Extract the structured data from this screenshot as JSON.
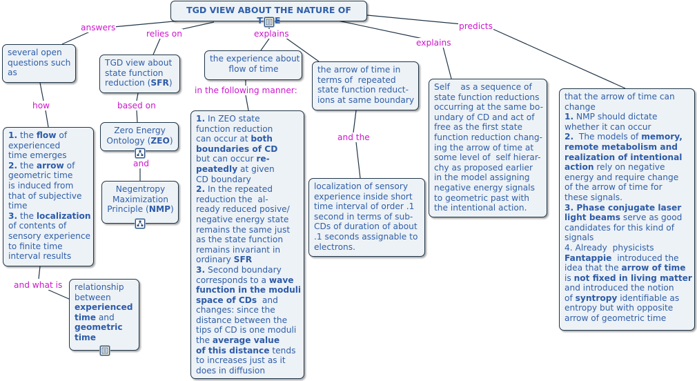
{
  "title": "TGD VIEW ABOUT THE NATURE OF TIME",
  "links": {
    "answers": "answers",
    "relies_on": "relies on",
    "explains_1": "explains",
    "explains_2": "explains",
    "predicts": "predicts",
    "how": "how",
    "based_on": "based on",
    "and": "and",
    "in_following_manner": "in the following manner:",
    "and_the": "and the",
    "and_what_is": "and what is"
  },
  "nodes": {
    "questions": {
      "l1": "several open",
      "l2": "questions such",
      "l3": "as"
    },
    "sfr": {
      "l1": "TGD view about",
      "l2": "state function",
      "l3a": "reduction (",
      "l3b": "SFR",
      "l3c": ")"
    },
    "zeo": {
      "l1": "Zero Energy",
      "l2a": "Ontology (",
      "l2b": "ZEO",
      "l2c": ")"
    },
    "nmp": {
      "l1": "Negentropy",
      "l2": "Maximization",
      "l3a": "Principle (",
      "l3b": "NMP",
      "l3c": ")"
    },
    "experience": {
      "l1": "the experience about",
      "l2": "flow of time"
    },
    "arrow": {
      "l1": "the arrow of time in",
      "l2": "terms of  repeated",
      "l3": "state function reduct-",
      "l4": "ions at same boundary"
    },
    "self": {
      "l1": "Self    as a sequence of",
      "l2": "state function reductions",
      "l3": "occurring at the same bo-",
      "l4": "undary of CD and act of",
      "l5": "free as the first state",
      "l6": "function reduction chang-",
      "l7": "ing the arrow of time at",
      "l8": "some level of  self hierar-",
      "l9": "chy as proposed earlier",
      "l10": "in the model assigning",
      "l11": "negative energy signals",
      "l12": "to geometric past with",
      "l13": "the intentional action."
    },
    "how_list": {
      "p1a": "1.",
      "p1b": " the ",
      "p1c": "flow",
      "p1d": " of",
      "l2": "experienced",
      "l3": "time emerges",
      "p2a": "2.",
      "p2b": " the ",
      "p2c": "arrow",
      "p2d": " of",
      "l5": "geometric time",
      "l6": "is induced from",
      "l7": "that of subjective",
      "l8": "time",
      "p3a": "3.",
      "p3b": " the ",
      "p3c": "localization",
      "l10": "of contents of",
      "l11": "sensory experience",
      "l12": "to finite time",
      "l13": "interval results"
    },
    "relationship": {
      "l1": "relationship",
      "l2": "between",
      "l3": "experienced",
      "l4a": "time",
      "l4b": " and",
      "l5": "geometric",
      "l6": "time"
    },
    "zeo_list": {
      "l1a": "1.",
      "l1b": " In ZEO state",
      "l2": "function reduction",
      "l3a": "can occur at ",
      "l3b": "both",
      "l4": "boundaries of CD",
      "l5a": "but can occur ",
      "l5b": "re-",
      "l6a": "peatedly",
      "l6b": " at given",
      "l7": "CD boundary",
      "l8a": "2.",
      "l8b": " In the repeated",
      "l9": "reduction the  al-",
      "l10": "ready reduced posive/",
      "l11": "negative energy state",
      "l12": "remains the same just",
      "l13": "as the state function",
      "l14": "remains invariant in",
      "l15a": "ordinary ",
      "l15b": "SFR",
      "l16a": "3.",
      "l16b": " Second boundary",
      "l17a": "corresponds to a ",
      "l17b": "wave",
      "l18": "function in the moduli",
      "l19a": "space of CDs",
      "l19b": "  and",
      "l20": "changes: since the",
      "l21": "distance between the",
      "l22": "tips of CD is one moduli",
      "l23a": "the ",
      "l23b": "average value",
      "l24a": "of this distance",
      "l24b": " tends",
      "l25": "to increases just as it",
      "l26": "does in diffusion"
    },
    "localization": {
      "l1": "localization of sensory",
      "l2": "experience inside short",
      "l3": "time interval of order .1",
      "l4": "second in terms of sub-",
      "l5": "CDs of duration of about",
      "l6": ".1 seconds assignable to",
      "l7": "electrons."
    },
    "predicts_list": {
      "l1": "that the arrow of time can",
      "l2": "change",
      "l3a": "1.",
      "l3b": " NMP should dictate",
      "l4": "whether it can occur",
      "l5a": "2.",
      "l5b": "  The models of ",
      "l5c": "memory,",
      "l6": "remote metabolism and",
      "l7": "realization of intentional",
      "l8a": "action",
      "l8b": " rely on negative",
      "l9": "energy and require change",
      "l10": "of the arrow of time for",
      "l11": "these signals.",
      "l12a": "3.",
      "l12b": " Phase conjugate laser",
      "l13a": "light beams",
      "l13b": " serve as good",
      "l14": "candidates for this kind of",
      "l15": "signals",
      "l16": "4. Already  physicists",
      "l17a": "Fantappie",
      "l17b": "  introduced the",
      "l18a": "idea that the ",
      "l18b": "arrow of time",
      "l19a": "is ",
      "l19b": "not fixed in living matter",
      "l20": "and introduced the notion",
      "l21a": "of ",
      "l21b": "syntropy",
      "l21c": " identifiable as",
      "l22": "entropy but with opposite",
      "l23": "arrow of geometric time"
    }
  },
  "icons": {
    "doc": "document-icon",
    "map": "concept-map-icon"
  },
  "colors": {
    "node_bg": "#edf2f6",
    "node_border": "#1f3446",
    "node_text": "#2f5ea8",
    "link_label": "#cc16cc",
    "connector": "#1f3446"
  }
}
